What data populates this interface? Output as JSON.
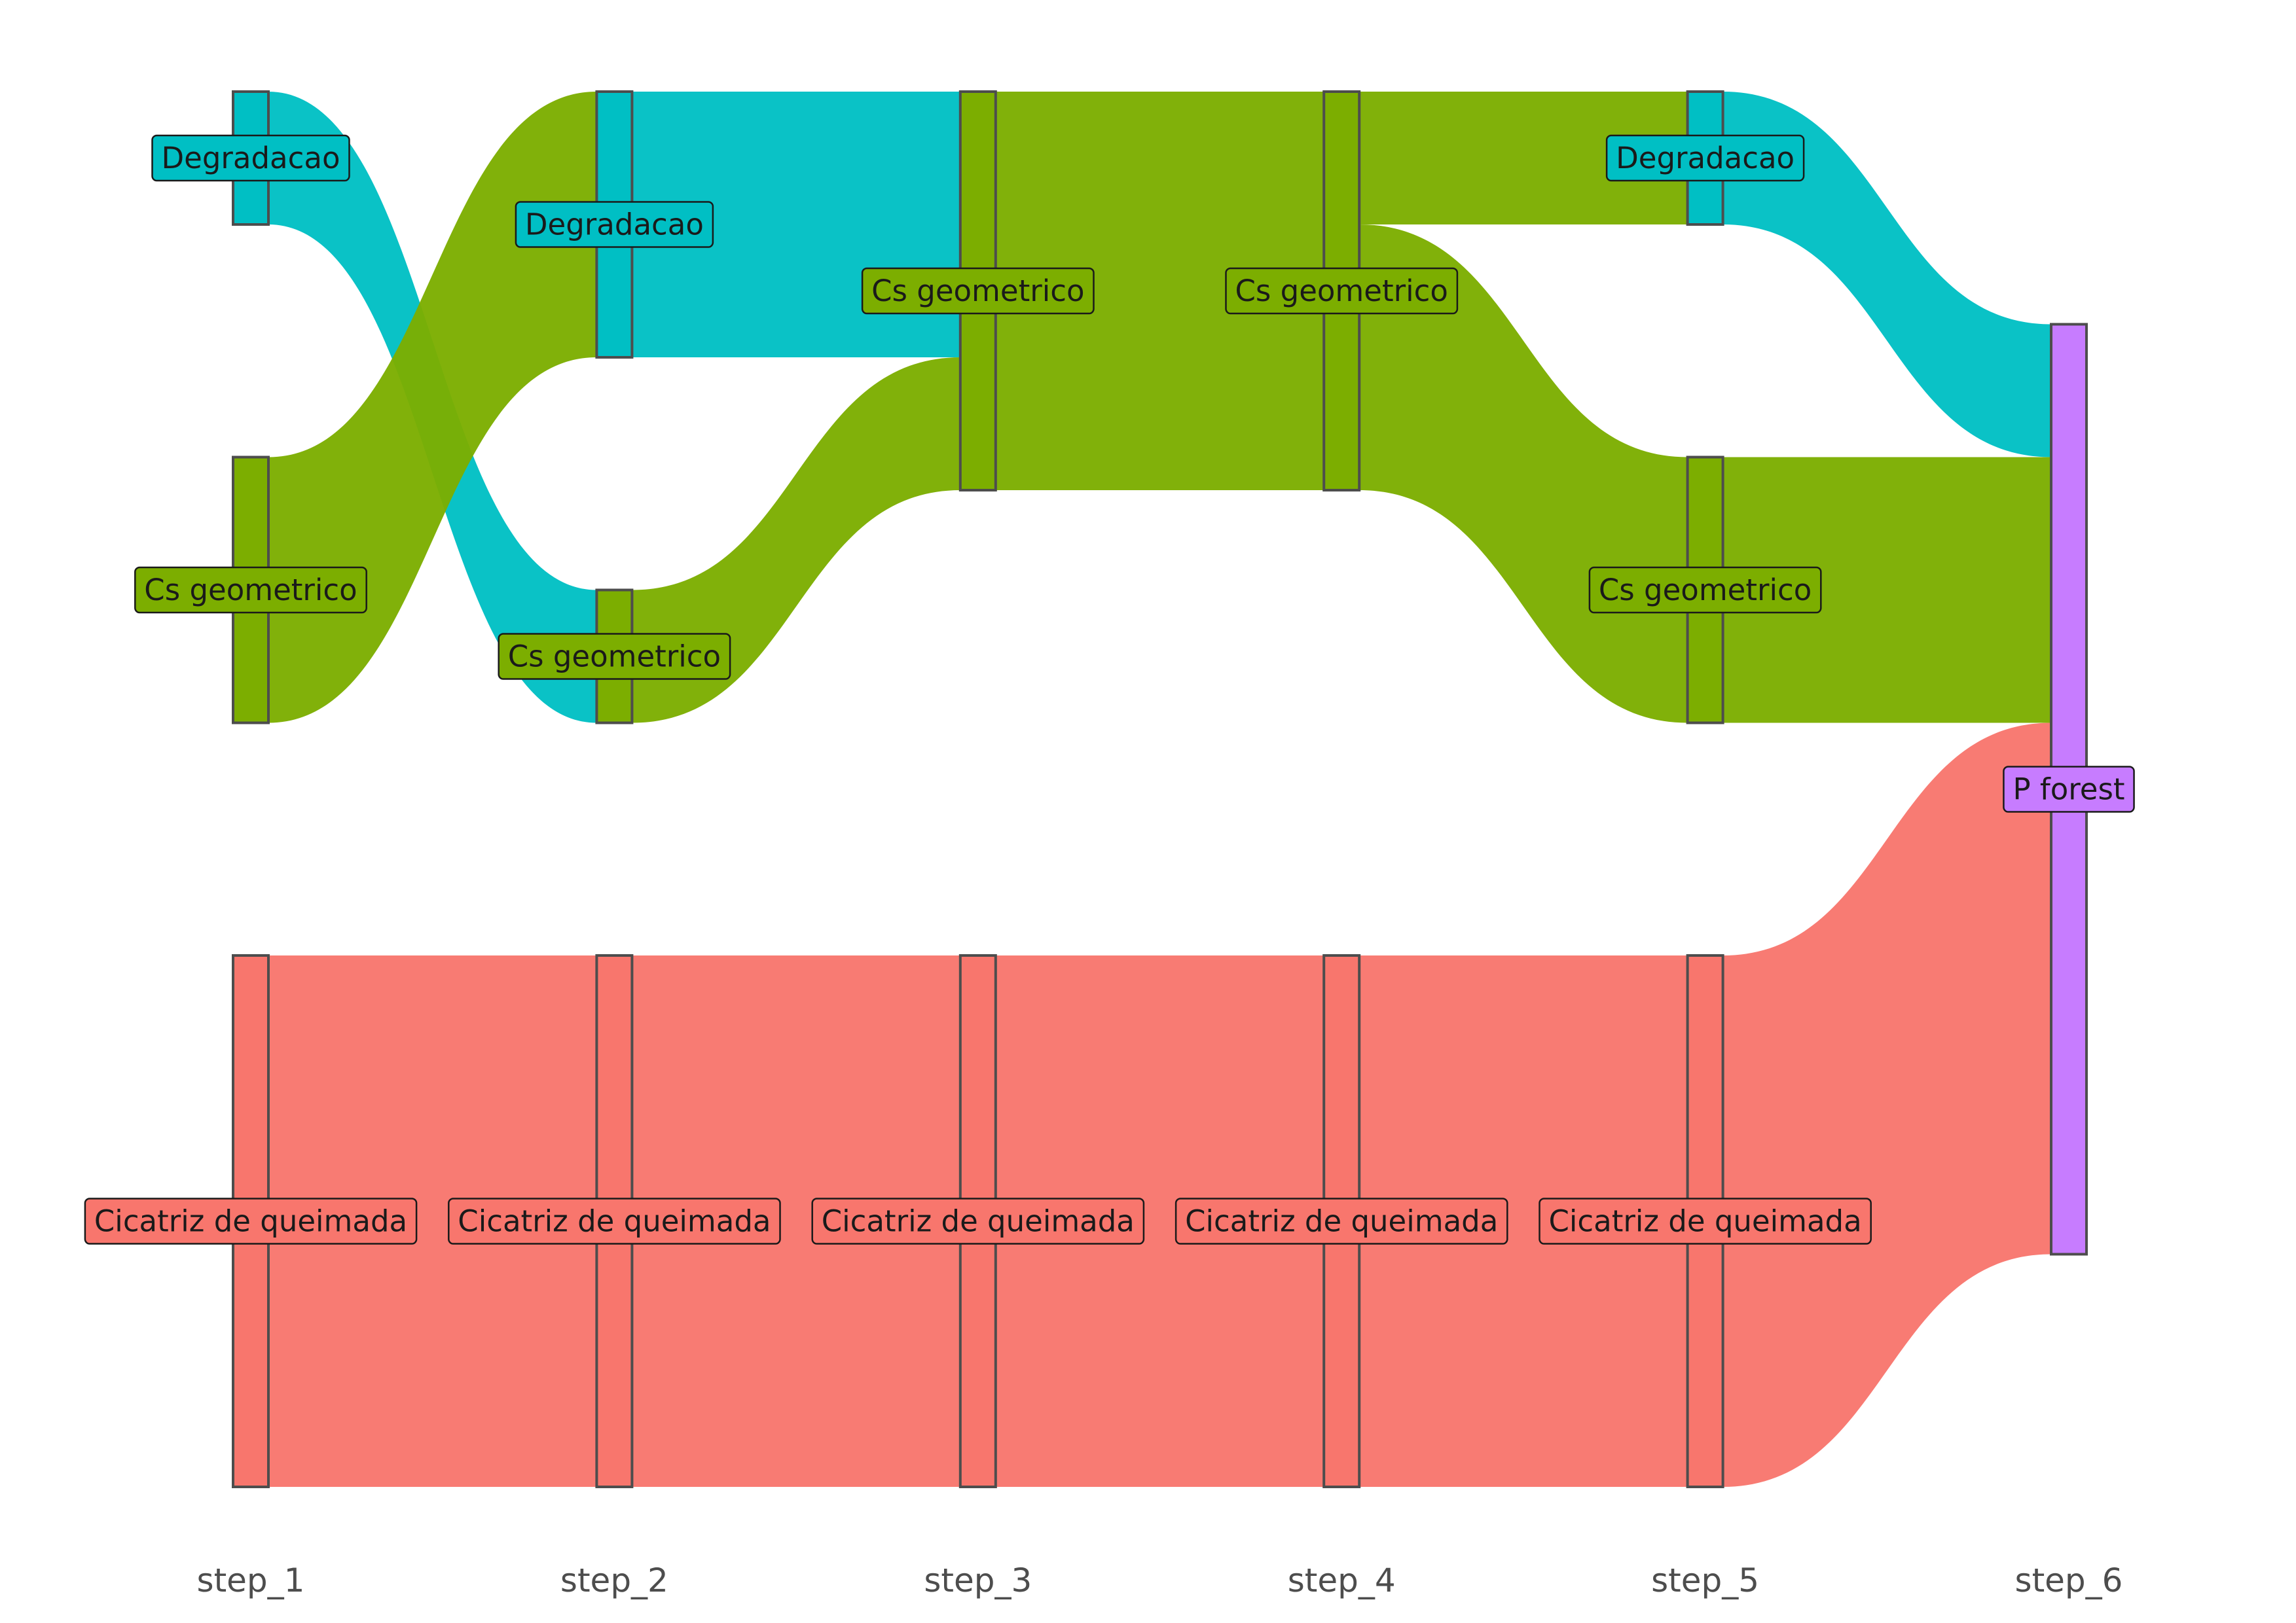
{
  "chart_data": {
    "type": "sankey",
    "steps": [
      "step_1",
      "step_2",
      "step_3",
      "step_4",
      "step_5",
      "step_6"
    ],
    "colors": {
      "Cicatriz de queimada": "#F8766D",
      "Cs geometrico": "#7CAE00",
      "Degradacao": "#00BFC4",
      "P forest": "#C77CFF"
    },
    "nodes": [
      {
        "step": 0,
        "label": "Degradacao",
        "value": 1
      },
      {
        "step": 0,
        "label": "Cs geometrico",
        "value": 2
      },
      {
        "step": 0,
        "label": "Cicatriz de queimada",
        "value": 4
      },
      {
        "step": 1,
        "label": "Degradacao",
        "value": 2
      },
      {
        "step": 1,
        "label": "Cs geometrico",
        "value": 1
      },
      {
        "step": 1,
        "label": "Cicatriz de queimada",
        "value": 4
      },
      {
        "step": 2,
        "label": "Cs geometrico",
        "value": 3
      },
      {
        "step": 2,
        "label": "Cicatriz de queimada",
        "value": 4
      },
      {
        "step": 3,
        "label": "Cs geometrico",
        "value": 3
      },
      {
        "step": 3,
        "label": "Cicatriz de queimada",
        "value": 4
      },
      {
        "step": 4,
        "label": "Degradacao",
        "value": 1
      },
      {
        "step": 4,
        "label": "Cs geometrico",
        "value": 2
      },
      {
        "step": 4,
        "label": "Cicatriz de queimada",
        "value": 4
      },
      {
        "step": 5,
        "label": "P forest",
        "value": 7
      }
    ],
    "flows": [
      {
        "step": 0,
        "from": "Degradacao",
        "to": "Cs geometrico",
        "value": 1
      },
      {
        "step": 0,
        "from": "Cs geometrico",
        "to": "Degradacao",
        "value": 2
      },
      {
        "step": 0,
        "from": "Cicatriz de queimada",
        "to": "Cicatriz de queimada",
        "value": 4
      },
      {
        "step": 1,
        "from": "Degradacao",
        "to": "Cs geometrico",
        "value": 2
      },
      {
        "step": 1,
        "from": "Cs geometrico",
        "to": "Cs geometrico",
        "value": 1
      },
      {
        "step": 1,
        "from": "Cicatriz de queimada",
        "to": "Cicatriz de queimada",
        "value": 4
      },
      {
        "step": 2,
        "from": "Cs geometrico",
        "to": "Cs geometrico",
        "value": 3
      },
      {
        "step": 2,
        "from": "Cicatriz de queimada",
        "to": "Cicatriz de queimada",
        "value": 4
      },
      {
        "step": 3,
        "from": "Cs geometrico",
        "to": "Degradacao",
        "value": 1
      },
      {
        "step": 3,
        "from": "Cs geometrico",
        "to": "Cs geometrico",
        "value": 2
      },
      {
        "step": 3,
        "from": "Cicatriz de queimada",
        "to": "Cicatriz de queimada",
        "value": 4
      },
      {
        "step": 4,
        "from": "Degradacao",
        "to": "P forest",
        "value": 1
      },
      {
        "step": 4,
        "from": "Cs geometrico",
        "to": "P forest",
        "value": 2
      },
      {
        "step": 4,
        "from": "Cicatriz de queimada",
        "to": "P forest",
        "value": 4
      }
    ]
  }
}
